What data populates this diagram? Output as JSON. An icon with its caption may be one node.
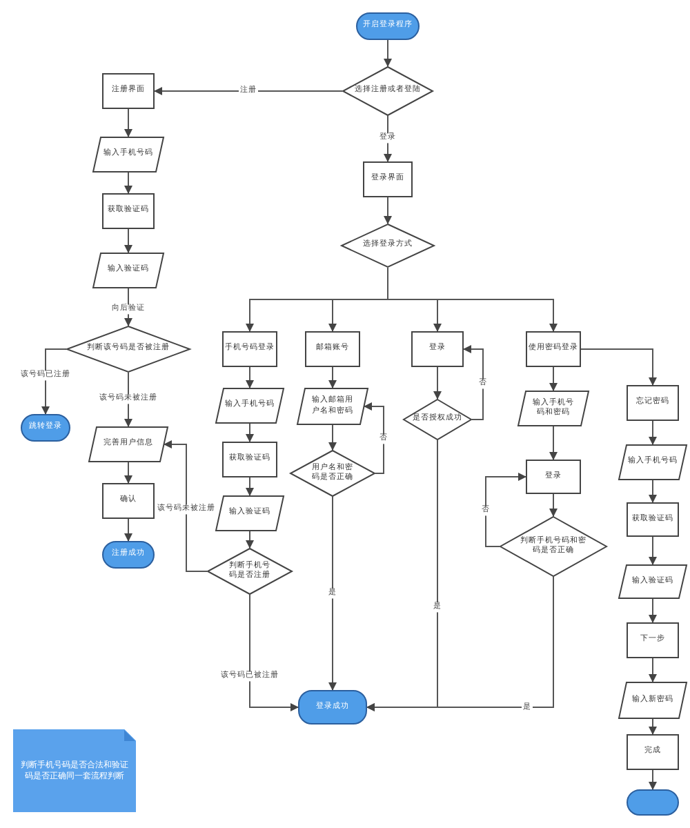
{
  "diagram": {
    "nodes": [
      {
        "text": [
          "开启登录程序"
        ]
      },
      {
        "text": [
          "选择注册或者登陆"
        ]
      },
      {
        "text": [
          "注册界面"
        ]
      },
      {
        "text": [
          "输入手机号码"
        ]
      },
      {
        "text": [
          "获取验证码"
        ]
      },
      {
        "text": [
          "输入验证码"
        ]
      },
      {
        "text": [
          "判断该号码是否被注册"
        ]
      },
      {
        "text": [
          "跳转登录"
        ]
      },
      {
        "text": [
          "完善用户信息"
        ]
      },
      {
        "text": [
          "确认"
        ]
      },
      {
        "text": [
          "注册成功"
        ]
      },
      {
        "text": [
          "登录界面"
        ]
      },
      {
        "text": [
          "选择登录方式"
        ]
      },
      {
        "text": [
          "手机号码登录"
        ]
      },
      {
        "text": [
          "输入手机号码"
        ]
      },
      {
        "text": [
          "获取验证码"
        ]
      },
      {
        "text": [
          "输入验证码"
        ]
      },
      {
        "text": [
          "判断手机号码是否注册"
        ]
      },
      {
        "text": [
          "邮箱账号"
        ]
      },
      {
        "text": [
          "输入邮箱用户名和密码"
        ]
      },
      {
        "text": [
          "用户名和密码是否正确"
        ]
      },
      {
        "text": [
          "登录"
        ]
      },
      {
        "text": [
          "是否授权成功"
        ]
      },
      {
        "text": [
          "使用密码登录"
        ]
      },
      {
        "text": [
          "输入手机号码和密码"
        ]
      },
      {
        "text": [
          "登录"
        ]
      },
      {
        "text": [
          "判断手机号码和密码是否正确"
        ]
      },
      {
        "text": [
          "忘记密码"
        ]
      },
      {
        "text": [
          "输入手机号码"
        ]
      },
      {
        "text": [
          "获取验证码"
        ]
      },
      {
        "text": [
          "输入验证码"
        ]
      },
      {
        "text": [
          "下一步"
        ]
      },
      {
        "text": [
          "输入新密码"
        ]
      },
      {
        "text": [
          "完成"
        ]
      },
      {
        "text": [],
        "shape": "capsule"
      },
      {
        "text": [
          "登录成功"
        ]
      },
      {
        "text": [
          "判断手机号码是否合法和验证码是否正确同一套流程判断"
        ]
      }
    ],
    "edges": [
      {
        "from": 0,
        "to": 1,
        "arrow": "to"
      },
      {
        "from": 1,
        "to": 2,
        "arrow": "to",
        "label": "注册"
      },
      {
        "from": 1,
        "to": 11,
        "arrow": "to",
        "label": "登录"
      },
      {
        "from": 2,
        "to": 3,
        "arrow": "to"
      },
      {
        "from": 3,
        "to": 4,
        "arrow": "to"
      },
      {
        "from": 4,
        "to": 5,
        "arrow": "to"
      },
      {
        "from": 5,
        "to": 6,
        "arrow": "to",
        "label": "向后验证"
      },
      {
        "from": 6,
        "to": 7,
        "arrow": "to",
        "label": "该号码已注册"
      },
      {
        "from": 6,
        "to": 8,
        "arrow": "to",
        "label": "该号码未被注册"
      },
      {
        "from": 8,
        "to": 9,
        "arrow": "to"
      },
      {
        "from": 9,
        "to": 10,
        "arrow": "to"
      },
      {
        "from": 11,
        "to": 12,
        "arrow": "to"
      },
      {
        "from": 12,
        "to": 13,
        "arrow": "to"
      },
      {
        "from": 12,
        "to": 18,
        "arrow": "to"
      },
      {
        "from": 12,
        "to": 21,
        "arrow": "to"
      },
      {
        "from": 12,
        "to": 23,
        "arrow": "to"
      },
      {
        "from": 13,
        "to": 14,
        "arrow": "to"
      },
      {
        "from": 14,
        "to": 15,
        "arrow": "to"
      },
      {
        "from": 15,
        "to": 16,
        "arrow": "to"
      },
      {
        "from": 16,
        "to": 17,
        "arrow": "to"
      },
      {
        "from": 17,
        "to": 8,
        "arrow": "to",
        "label": "该号码未被注册"
      },
      {
        "from": 17,
        "to": 35,
        "arrow": "to",
        "label": "该号码已被注册"
      },
      {
        "from": 18,
        "to": 19,
        "arrow": "to"
      },
      {
        "from": 19,
        "to": 20,
        "arrow": "to"
      },
      {
        "from": 20,
        "to": 19,
        "arrow": "to",
        "label": "否"
      },
      {
        "from": 20,
        "to": 35,
        "arrow": "to",
        "label": "是"
      },
      {
        "from": 21,
        "to": 22,
        "arrow": "to"
      },
      {
        "from": 22,
        "to": 21,
        "arrow": "to",
        "label": "否"
      },
      {
        "from": 22,
        "to": 35,
        "arrow": "to",
        "label": "是"
      },
      {
        "from": 23,
        "to": 24,
        "arrow": "to"
      },
      {
        "from": 24,
        "to": 25,
        "arrow": "to"
      },
      {
        "from": 25,
        "to": 26,
        "arrow": "to"
      },
      {
        "from": 26,
        "to": 25,
        "arrow": "to",
        "label": "否"
      },
      {
        "from": 26,
        "to": 35,
        "arrow": "to",
        "label": "是"
      },
      {
        "from": 23,
        "to": 27,
        "arrow": "to"
      },
      {
        "from": 27,
        "to": 28,
        "arrow": "to"
      },
      {
        "from": 28,
        "to": 29,
        "arrow": "to"
      },
      {
        "from": 29,
        "to": 30,
        "arrow": "to"
      },
      {
        "from": 30,
        "to": 31,
        "arrow": "to"
      },
      {
        "from": 31,
        "to": 32,
        "arrow": "to"
      },
      {
        "from": 32,
        "to": 33,
        "arrow": "to"
      },
      {
        "from": 33,
        "to": 34,
        "arrow": "to"
      }
    ]
  }
}
